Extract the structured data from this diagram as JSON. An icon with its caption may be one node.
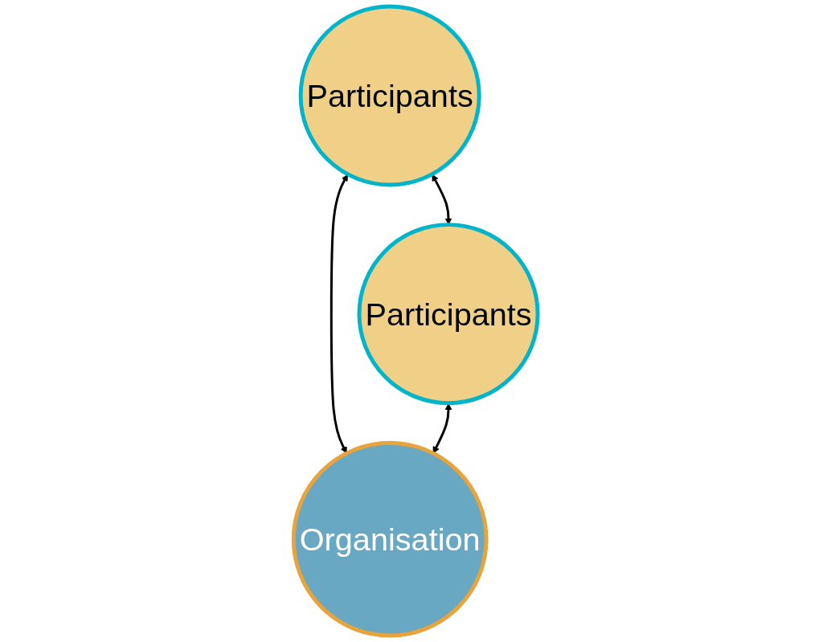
{
  "diagram": {
    "nodes": [
      {
        "text": [
          "Participants"
        ]
      },
      {
        "text": [
          "Participants"
        ]
      },
      {
        "text": [
          "Organisation"
        ]
      }
    ],
    "edges": [
      {
        "from": 0,
        "to": 1,
        "arrow": "both"
      },
      {
        "from": 0,
        "to": 2,
        "arrow": "both"
      },
      {
        "from": 1,
        "to": 2,
        "arrow": "both"
      }
    ]
  }
}
